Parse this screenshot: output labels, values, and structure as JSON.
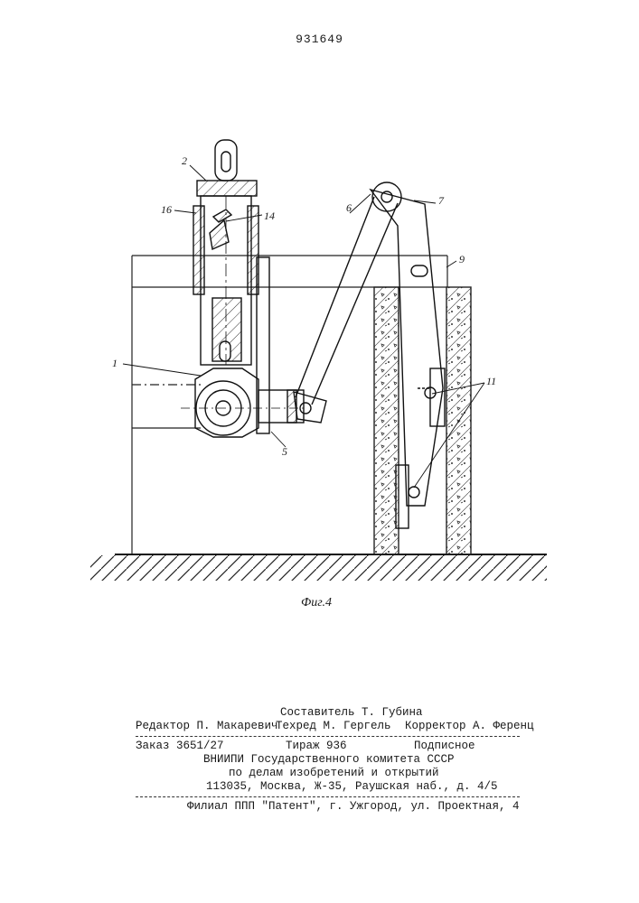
{
  "page_number": "931649",
  "figure": {
    "caption": "Фиг.4",
    "labels": [
      "1",
      "2",
      "5",
      "6",
      "7",
      "9",
      "11",
      "14",
      "16"
    ]
  },
  "imprint": {
    "compiler": "Составитель Т. Губина",
    "editor": "Редактор П. Макаревич",
    "tech_editor": "Техред М. Гергель",
    "corrector": "Корректор А. Ференц",
    "order": "Заказ 3651/27",
    "circulation": "Тираж 936",
    "subscription": "Подписное",
    "institute": "ВНИИПИ Государственного комитета СССР",
    "committee": "по делам изобретений и открытий",
    "address": "113035, Москва, Ж-35, Раушская наб., д. 4/5",
    "branch": "Филиал ППП \"Патент\", г. Ужгород, ул. Проектная, 4"
  }
}
